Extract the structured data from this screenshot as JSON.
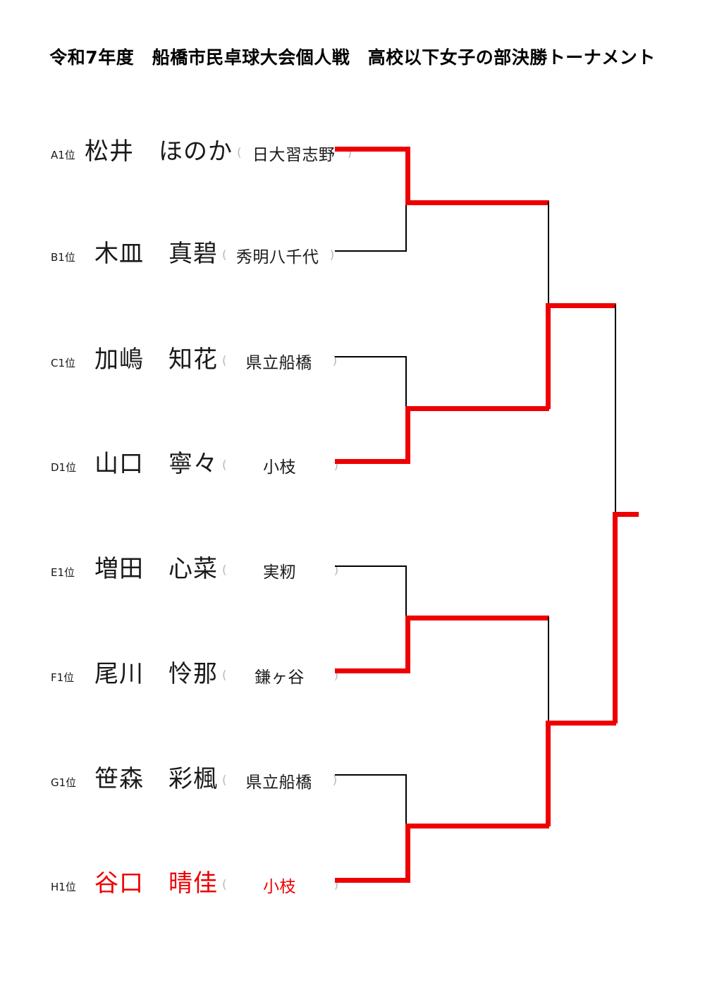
{
  "document": {
    "title": "令和7年度　船橋市民卓球大会個人戦　高校以下女子の部決勝トーナメント"
  },
  "colors": {
    "winner_path": "#ee0000",
    "loser_path": "#000000",
    "text": "#1a1a1a",
    "paren": "#b9b9b9",
    "background": "#ffffff"
  },
  "paren": {
    "open": "(",
    "close": ")"
  },
  "bracket": {
    "type": "single-elimination",
    "rounds": 3,
    "entrant_count": 8,
    "champion": "谷口　晴佳",
    "champion_school": "小枝",
    "entrants": [
      {
        "seed": "A1位",
        "name": "松井　ほのか",
        "school": "日大習志野",
        "winner": false,
        "advanced": true
      },
      {
        "seed": "B1位",
        "name": "木皿　真碧",
        "school": "秀明八千代",
        "winner": false,
        "advanced": false
      },
      {
        "seed": "C1位",
        "name": "加嶋　知花",
        "school": "県立船橋",
        "winner": false,
        "advanced": false
      },
      {
        "seed": "D1位",
        "name": "山口　寧々",
        "school": "小枝",
        "winner": false,
        "advanced": true
      },
      {
        "seed": "E1位",
        "name": "増田　心菜",
        "school": "実籾",
        "winner": false,
        "advanced": false
      },
      {
        "seed": "F1位",
        "name": "尾川　怜那",
        "school": "鎌ヶ谷",
        "winner": false,
        "advanced": true
      },
      {
        "seed": "G1位",
        "name": "笹森　彩楓",
        "school": "県立船橋",
        "winner": false,
        "advanced": false
      },
      {
        "seed": "H1位",
        "name": "谷口　晴佳",
        "school": "小枝",
        "winner": true,
        "advanced": true
      }
    ],
    "results": {
      "quarterfinals": [
        {
          "match": "A1位 vs B1位",
          "winner": "松井　ほのか"
        },
        {
          "match": "C1位 vs D1位",
          "winner": "山口　寧々"
        },
        {
          "match": "E1位 vs F1位",
          "winner": "尾川　怜那"
        },
        {
          "match": "G1位 vs H1位",
          "winner": "谷口　晴佳"
        }
      ],
      "semifinals": [
        {
          "match": "松井　ほのか vs 山口　寧々",
          "winner": "山口　寧々"
        },
        {
          "match": "尾川　怜那 vs 谷口　晴佳",
          "winner": "谷口　晴佳"
        }
      ],
      "final": {
        "match": "山口　寧々 vs 谷口　晴佳",
        "winner": "谷口　晴佳"
      }
    }
  }
}
